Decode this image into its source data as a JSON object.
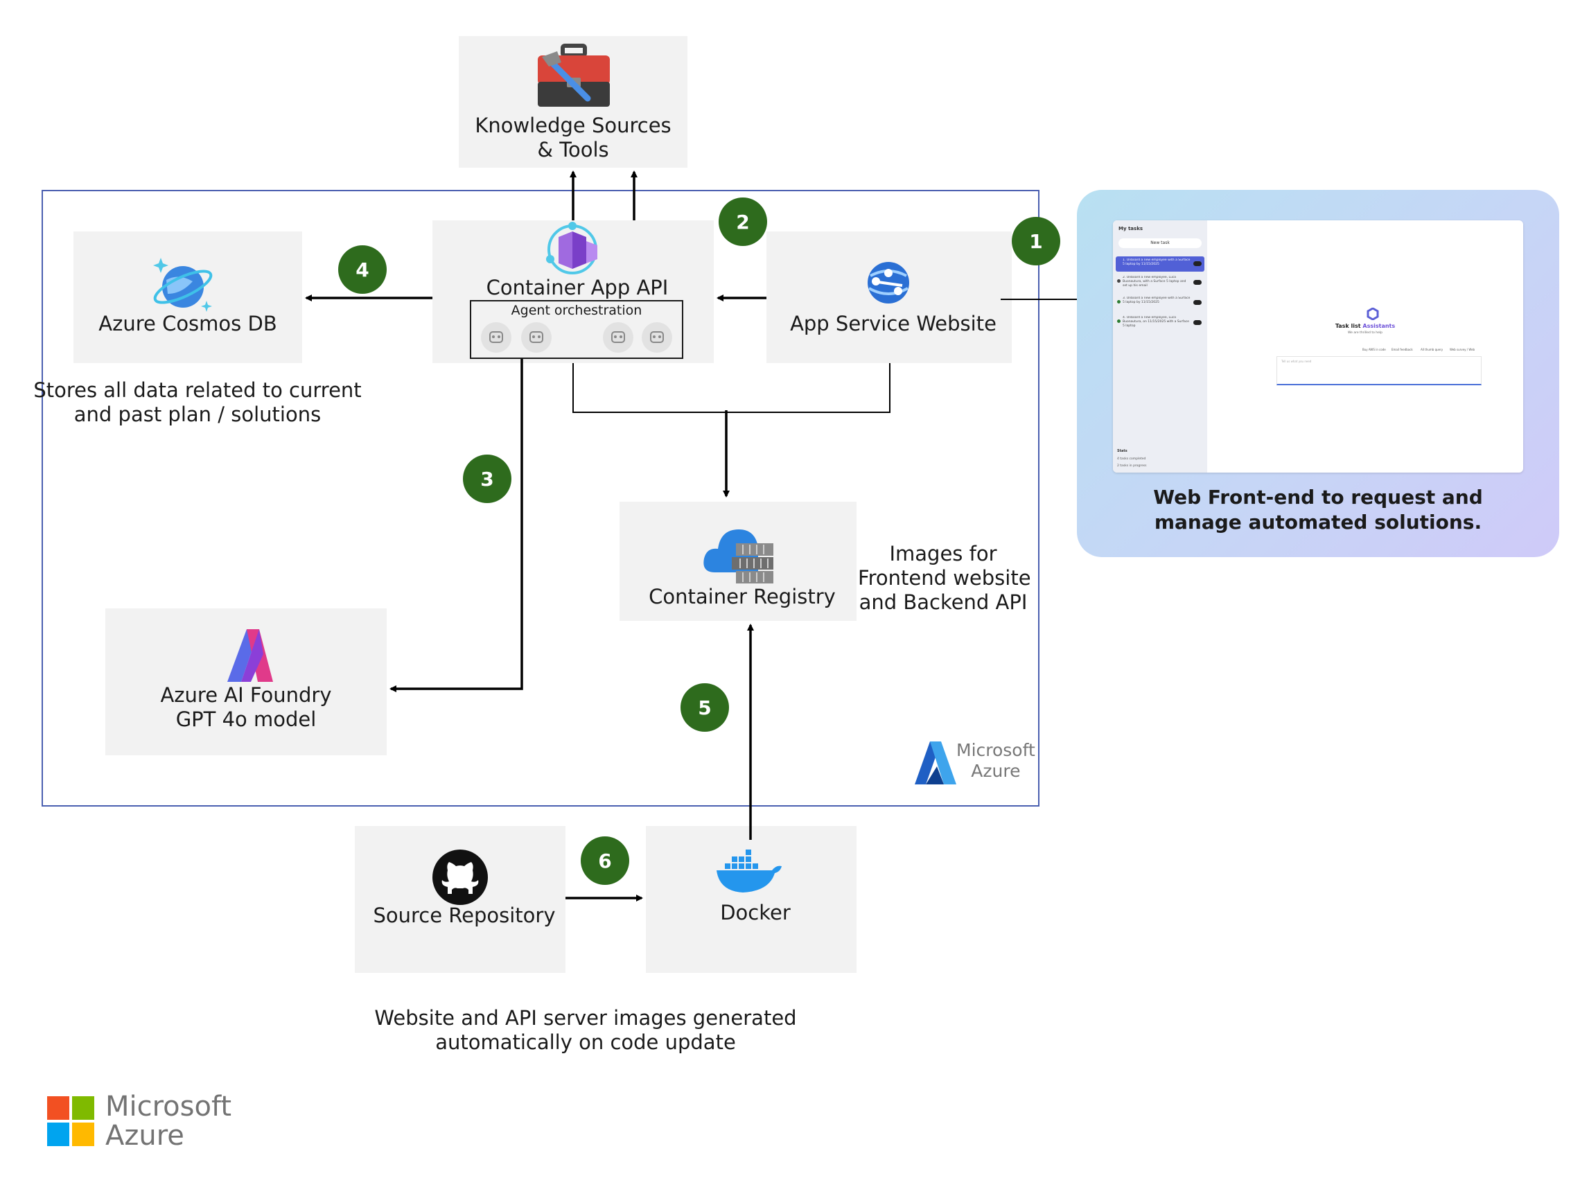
{
  "nodes": {
    "knowledge_sources": {
      "label_line1": "Knowledge Sources",
      "label_line2": "& Tools",
      "icon": "toolbox-icon"
    },
    "container_app_api": {
      "label": "Container App API",
      "icon": "container-apps-icon",
      "agent_orchestration": "Agent orchestration",
      "agent_icon": "robot-icon"
    },
    "app_service_website": {
      "label": "App Service Website",
      "icon": "app-service-icon"
    },
    "azure_cosmos_db": {
      "label": "Azure Cosmos DB",
      "icon": "cosmos-db-icon"
    },
    "container_registry": {
      "label": "Container Registry",
      "icon": "container-registry-icon"
    },
    "azure_ai_foundry": {
      "label_line1": "Azure AI Foundry",
      "label_line2": "GPT 4o model",
      "icon": "ai-foundry-icon"
    },
    "source_repository": {
      "label": "Source Repository",
      "icon": "github-icon"
    },
    "docker": {
      "label": "Docker",
      "icon": "docker-icon"
    }
  },
  "notes": {
    "cosmos_line1": "Stores all data related to current",
    "cosmos_line2": "and past plan / solutions",
    "registry_line1": "Images for",
    "registry_line2": "Frontend website",
    "registry_line3": "and Backend API",
    "pipeline_line1": "Website and API server images generated",
    "pipeline_line2": "automatically on code update"
  },
  "steps": [
    "1",
    "2",
    "3",
    "4",
    "5",
    "6"
  ],
  "frontend": {
    "caption_line1": "Web Front-end to request and",
    "caption_line2": "manage automated solutions.",
    "mock": {
      "sidebar_title": "My tasks",
      "new_task": "New task",
      "tasks": [
        "1. Onboard a new employee with a Surface 5 laptop by 11/15/2025",
        "2. Onboard a new employee, Luca Buonautura, with a Surface 5 laptop and set up his email",
        "3. Onboard a new employee with a Surface 5 laptop by 11/15/2025",
        "4. Onboard a new employee, Luca Buonautura, on 11/15/2025 with a Surface 5 laptop"
      ],
      "stats_title": "Stats",
      "stat_1": "4 tasks completed",
      "stat_2": "2 tasks in progress",
      "center_title": "Task list",
      "center_title_accent": "Assistants",
      "center_subtitle": "We are thrilled to help",
      "chips": [
        "Buy AWS in code",
        "Email feedback",
        "All thumb query",
        "Web survey / Web"
      ],
      "input_placeholder": "Tell us what you need"
    }
  },
  "azure_boundary_logo": {
    "line1": "Microsoft",
    "line2": "Azure"
  },
  "footer_logo": {
    "line1": "Microsoft",
    "line2": "Azure"
  },
  "colors": {
    "step_badge": "#2e6b1d",
    "boundary": "#4a5fb0",
    "node_fill": "#f2f2f2",
    "ms_red": "#f25022",
    "ms_green": "#7fba00",
    "ms_blue": "#00a4ef",
    "ms_yellow": "#ffb900"
  }
}
